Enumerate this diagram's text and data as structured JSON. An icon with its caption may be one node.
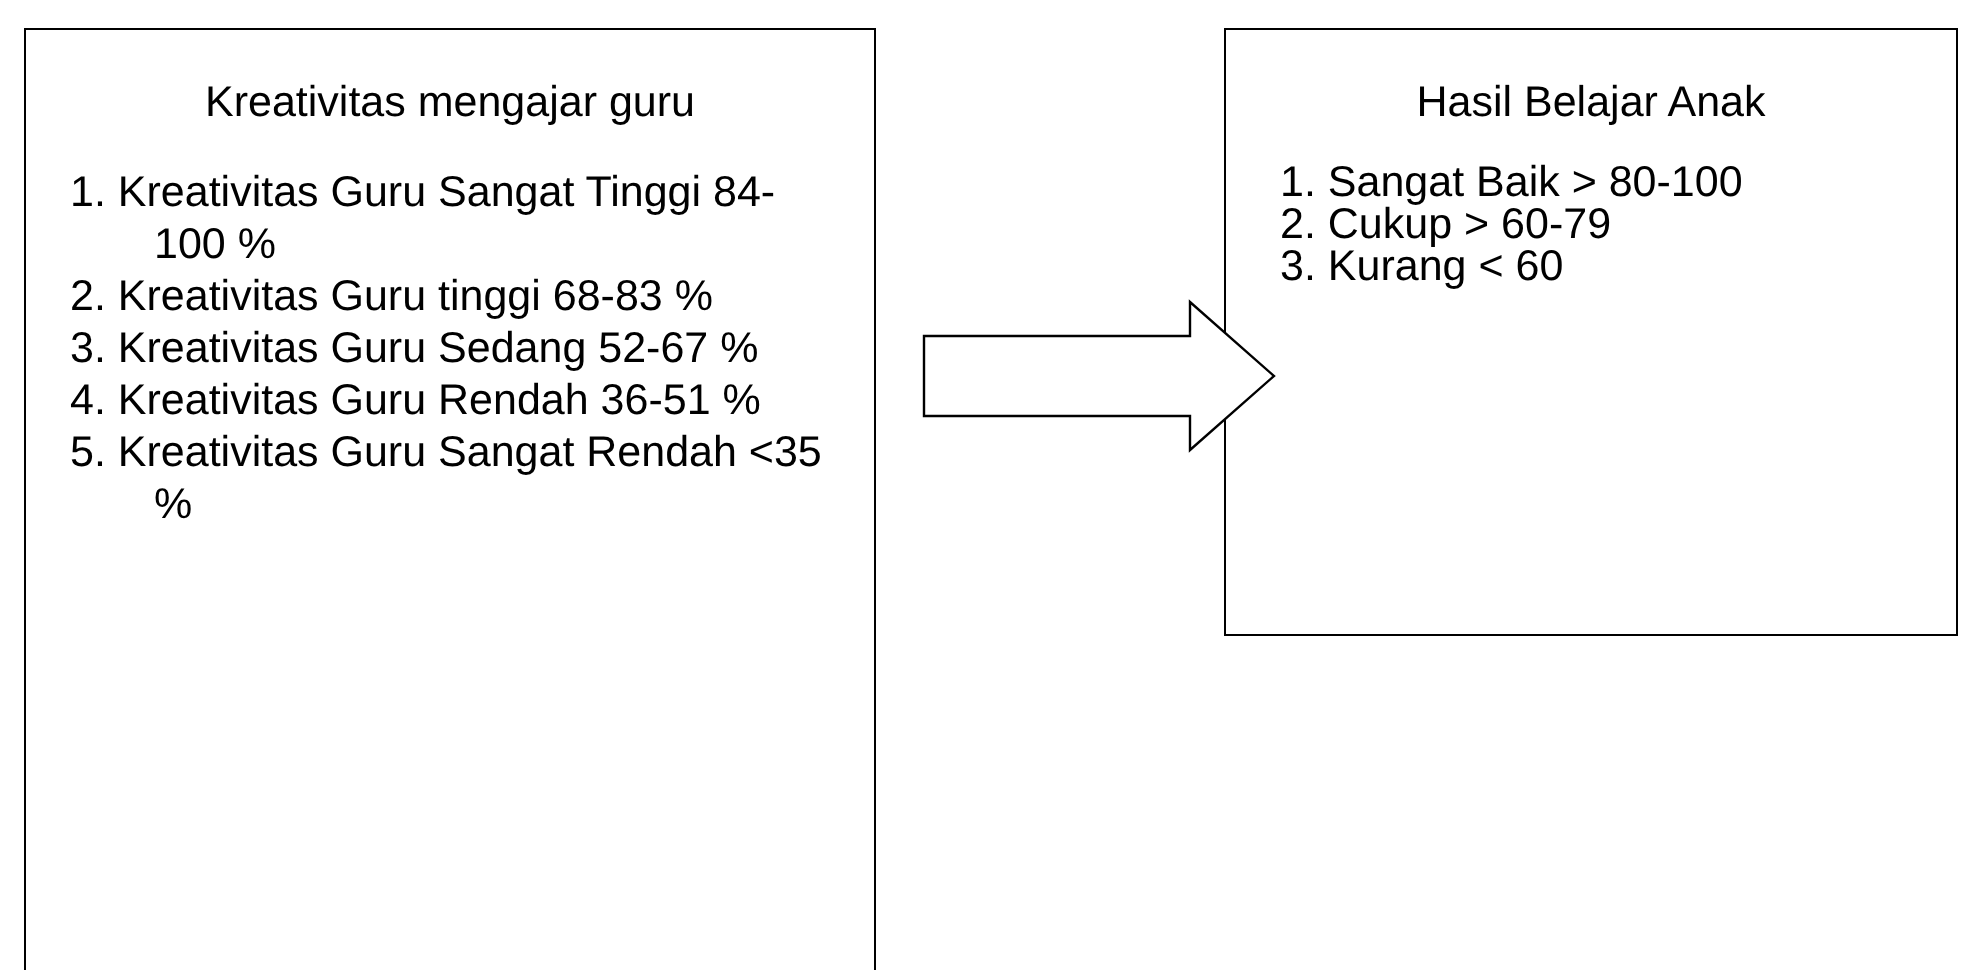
{
  "diagram": {
    "nodes": [
      {
        "text": [
          "Kreativitas mengajar guru",
          "1. Kreativitas Guru Sangat Tinggi 84-100 %",
          "2. Kreativitas Guru tinggi 68-83 %",
          "3. Kreativitas Guru Sedang 52-67 %",
          "4. Kreativitas Guru Rendah 36-51 %",
          "5. Kreativitas Guru Sangat Rendah <35 %"
        ]
      },
      {
        "text": [
          "Hasil Belajar Anak",
          "1. Sangat Baik > 80-100",
          "2. Cukup > 60-79",
          "3. Kurang < 60"
        ]
      }
    ],
    "edges": [
      {
        "from": 0,
        "to": 1,
        "arrow": "to",
        "style": "thick"
      }
    ]
  }
}
